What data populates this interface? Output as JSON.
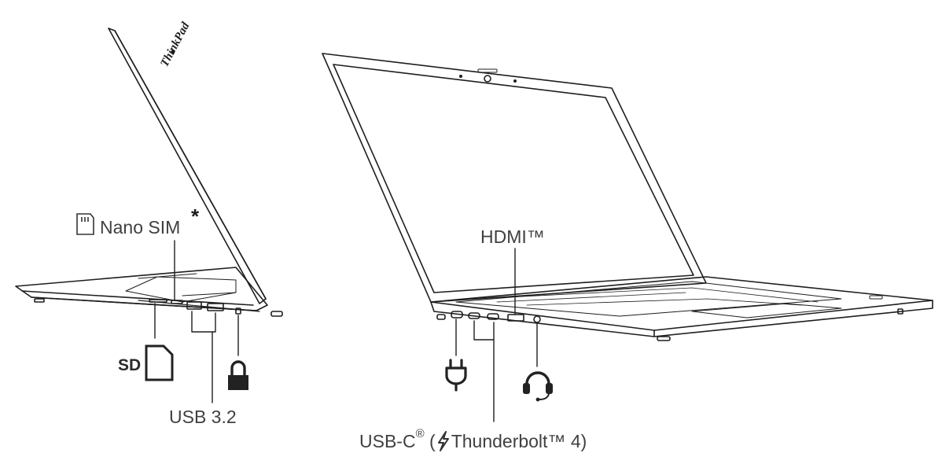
{
  "brand_mark": "ThinkPad",
  "labels": {
    "nano_sim": "Nano SIM",
    "nano_sim_asterisk": "*",
    "sd": "SD",
    "usb32": "USB 3.2",
    "hdmi": "HDMI™",
    "usbc_prefix": "USB-C",
    "usbc_registered": "®",
    "usbc_paren_open": "(",
    "usbc_thunderbolt": "Thunderbolt™ 4)"
  },
  "icons": {
    "sim_card": "sim-card-icon",
    "sd_card": "sd-card-icon",
    "lock": "security-lock-icon",
    "power": "power-plug-icon",
    "headset": "headset-icon",
    "thunderbolt": "thunderbolt-bolt-icon"
  },
  "colors": {
    "line": "#1e1e1e",
    "icon": "#222222",
    "label": "#404040",
    "background": "#ffffff"
  }
}
